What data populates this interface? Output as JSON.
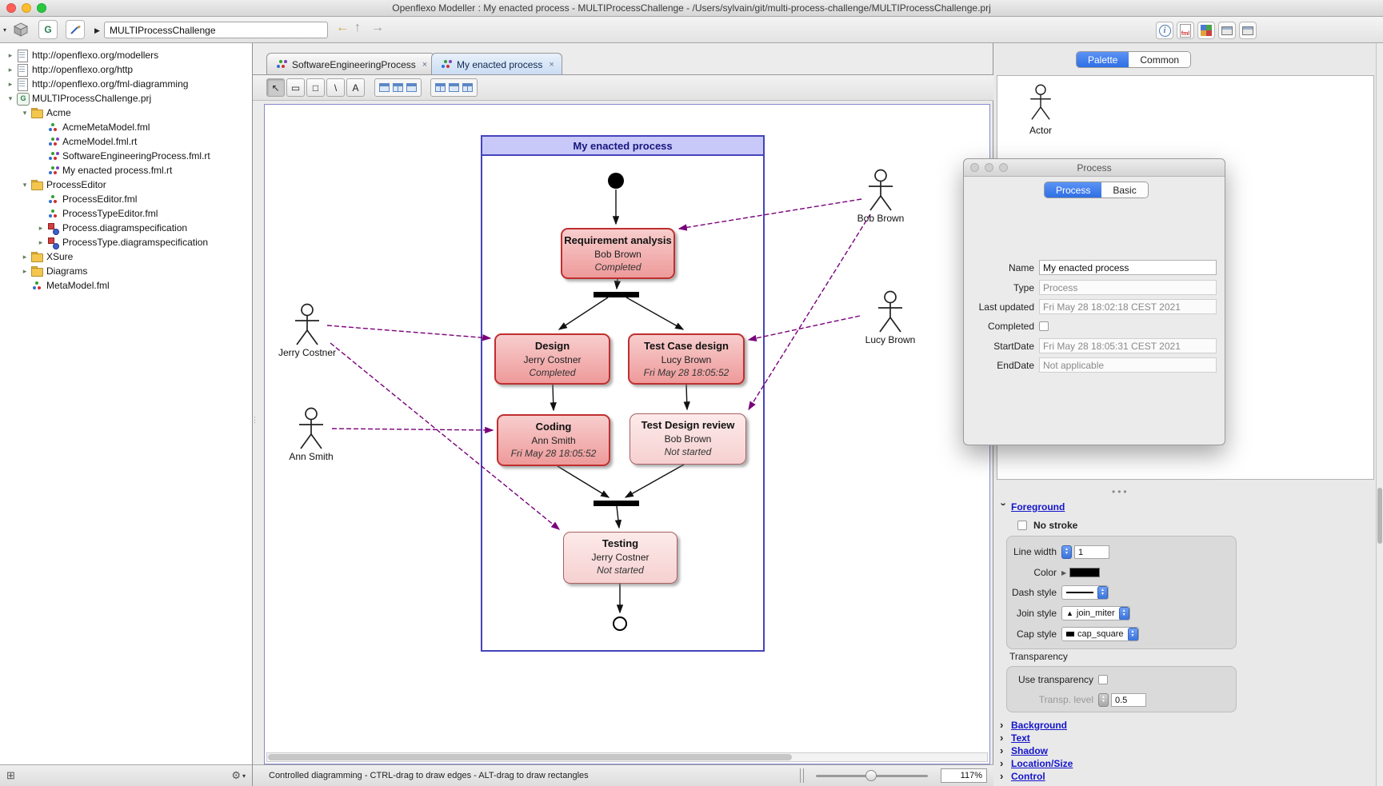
{
  "window": {
    "title": "Openflexo Modeller : My enacted process - MULTIProcessChallenge - /Users/sylvain/git/multi-process-challenge/MULTIProcessChallenge.prj"
  },
  "toolbar": {
    "project_name": "MULTIProcessChallenge"
  },
  "tree": {
    "items": [
      {
        "label": "http://openflexo.org/modellers"
      },
      {
        "label": "http://openflexo.org/http"
      },
      {
        "label": "http://openflexo.org/fml-diagramming"
      },
      {
        "label": "MULTIProcessChallenge.prj"
      },
      {
        "label": "Acme"
      },
      {
        "label": "AcmeMetaModel.fml"
      },
      {
        "label": "AcmeModel.fml.rt"
      },
      {
        "label": "SoftwareEngineeringProcess.fml.rt"
      },
      {
        "label": "My enacted process.fml.rt"
      },
      {
        "label": "ProcessEditor"
      },
      {
        "label": "ProcessEditor.fml"
      },
      {
        "label": "ProcessTypeEditor.fml"
      },
      {
        "label": "Process.diagramspecification"
      },
      {
        "label": "ProcessType.diagramspecification"
      },
      {
        "label": "XSure"
      },
      {
        "label": "Diagrams"
      },
      {
        "label": "MetaModel.fml"
      }
    ]
  },
  "tabs": {
    "tab1": "SoftwareEngineeringProcess",
    "tab2": "My enacted process"
  },
  "diagram": {
    "title": "My enacted process",
    "tasks": [
      {
        "title": "Requirement analysis",
        "actor": "Bob Brown",
        "status": "Completed"
      },
      {
        "title": "Design",
        "actor": "Jerry Costner",
        "status": "Completed"
      },
      {
        "title": "Test Case design",
        "actor": "Lucy Brown",
        "status": "Fri May 28 18:05:52"
      },
      {
        "title": "Coding",
        "actor": "Ann Smith",
        "status": "Fri May 28 18:05:52"
      },
      {
        "title": "Test Design review",
        "actor": "Bob Brown",
        "status": "Not started"
      },
      {
        "title": "Testing",
        "actor": "Jerry Costner",
        "status": "Not started"
      }
    ],
    "actors": [
      {
        "name": "Jerry Costner"
      },
      {
        "name": "Ann Smith"
      },
      {
        "name": "Bob Brown"
      },
      {
        "name": "Lucy Brown"
      }
    ]
  },
  "statusbar": {
    "message": "Controlled diagramming - CTRL-drag to draw edges - ALT-drag to draw rectangles",
    "zoom": "117%"
  },
  "palette": {
    "tab_palette": "Palette",
    "tab_common": "Common",
    "actor_label": "Actor"
  },
  "process_window": {
    "title": "Process",
    "tab_process": "Process",
    "tab_basic": "Basic",
    "name_label": "Name",
    "name_value": "My enacted process",
    "type_label": "Type",
    "type_value": "Process",
    "updated_label": "Last updated",
    "updated_value": "Fri May 28 18:02:18 CEST 2021",
    "completed_label": "Completed",
    "start_label": "StartDate",
    "start_value": "Fri May 28 18:05:31 CEST 2021",
    "end_label": "EndDate",
    "end_value": "Not applicable"
  },
  "inspector": {
    "foreground": "Foreground",
    "no_stroke": "No stroke",
    "line_width_label": "Line width",
    "line_width_value": "1",
    "color_label": "Color",
    "dash_label": "Dash style",
    "join_label": "Join style",
    "join_value": "join_miter",
    "cap_label": "Cap style",
    "cap_value": "cap_square",
    "transparency_title": "Transparency",
    "use_transparency_label": "Use transparency",
    "transp_level_label": "Transp. level",
    "transp_level_value": "0.5",
    "sections": [
      {
        "label": "Background"
      },
      {
        "label": "Text"
      },
      {
        "label": "Shadow"
      },
      {
        "label": "Location/Size"
      },
      {
        "label": "Control"
      }
    ]
  },
  "colors": {
    "accent_blue": "#2f6fe4",
    "task_fill": "#ee9a9a",
    "task_border": "#bf2f2f",
    "task_notstarted_fill": "#f6d0d0",
    "container_blue": "#4444bb",
    "edge_purple": "#7a007a",
    "link_blue": "#1414cc"
  }
}
